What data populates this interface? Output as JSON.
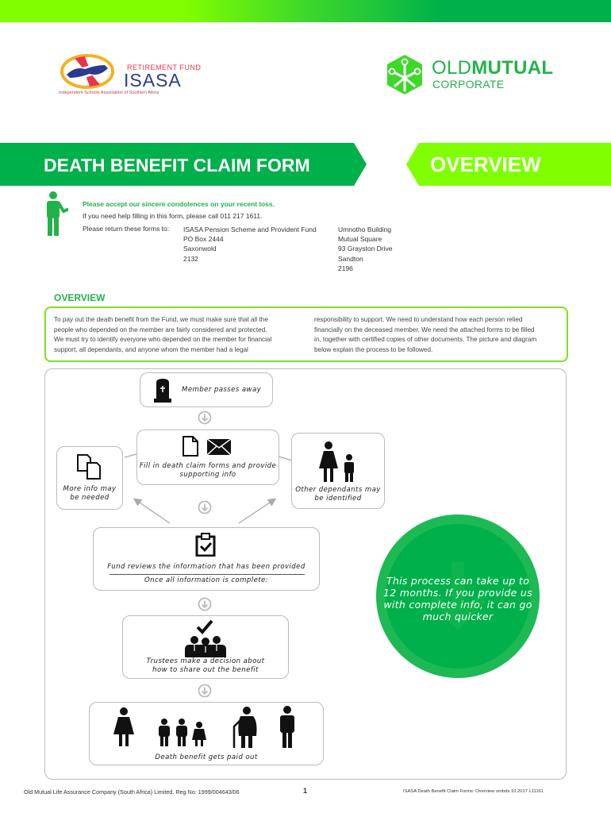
{
  "header": {
    "isasa_logo": {
      "subtitle": "RETIREMENT FUND",
      "name": "ISASA",
      "tagline": "Independent Schools Association of Southern Africa"
    },
    "om_logo": {
      "name_light": "OLD",
      "name_bold": "MUTUAL",
      "subtitle": "CORPORATE"
    },
    "colors": {
      "brand_green": "#00b04a",
      "lime": "#80ff00",
      "accent_green": "#23b24a"
    }
  },
  "banners": {
    "title": "DEATH BENEFIT CLAIM FORM",
    "section": "OVERVIEW"
  },
  "intro": {
    "condolence": "Please accept our sincere condolences on your recent loss.",
    "help": "If you need help filling in this form, please call 011 217 1611.",
    "return_label": "Please return these forms to:",
    "postal_address": [
      "ISASA Pension Scheme and Provident Fund",
      "PO Box 2444",
      "Saxonwold",
      "2132"
    ],
    "physical_address": [
      "Umnotho Building",
      "Mutual Square",
      "93 Grayston Drive",
      "Sandton",
      "2196"
    ]
  },
  "overview": {
    "heading": "OVERVIEW",
    "col1": [
      "To pay out the death benefit from the Fund, we must make sure that all the",
      "people who depended on the member are fairly considered and protected.",
      "We must try to identify everyone who depended on the member for financial",
      "support, all dependants, and anyone whom the member had a legal"
    ],
    "col2": [
      "responsibility to support. We need to understand how each person relied",
      "financially on the deceased member. We need the attached forms to be filled",
      "in, together with certified copies of other documents. The picture and diagram",
      "below explain the process to be followed."
    ]
  },
  "diagram": {
    "step1": "Member passes away",
    "step2": [
      "Fill in death claim forms and provide",
      "supporting info"
    ],
    "side_left": [
      "More info may",
      "be needed"
    ],
    "side_right": [
      "Other dependants may",
      "be identified"
    ],
    "step3": "Fund reviews the information that has been provided",
    "step3_sub": "Once all information is complete:",
    "step4": [
      "Trustees make a decision about",
      "how to share out the benefit"
    ],
    "step5": "Death benefit gets paid out",
    "note": "This process can take up to 12 months. If you provide us with complete info, it can go much quicker"
  },
  "footer": {
    "company": "Old Mutual Life Assurance Company (South Africa) Limited. Reg No: 1999/004643/06",
    "page": "1",
    "ref": "ISASA Death Benefit Claim Forms: Overview   ombds   10.2017   L11161"
  }
}
